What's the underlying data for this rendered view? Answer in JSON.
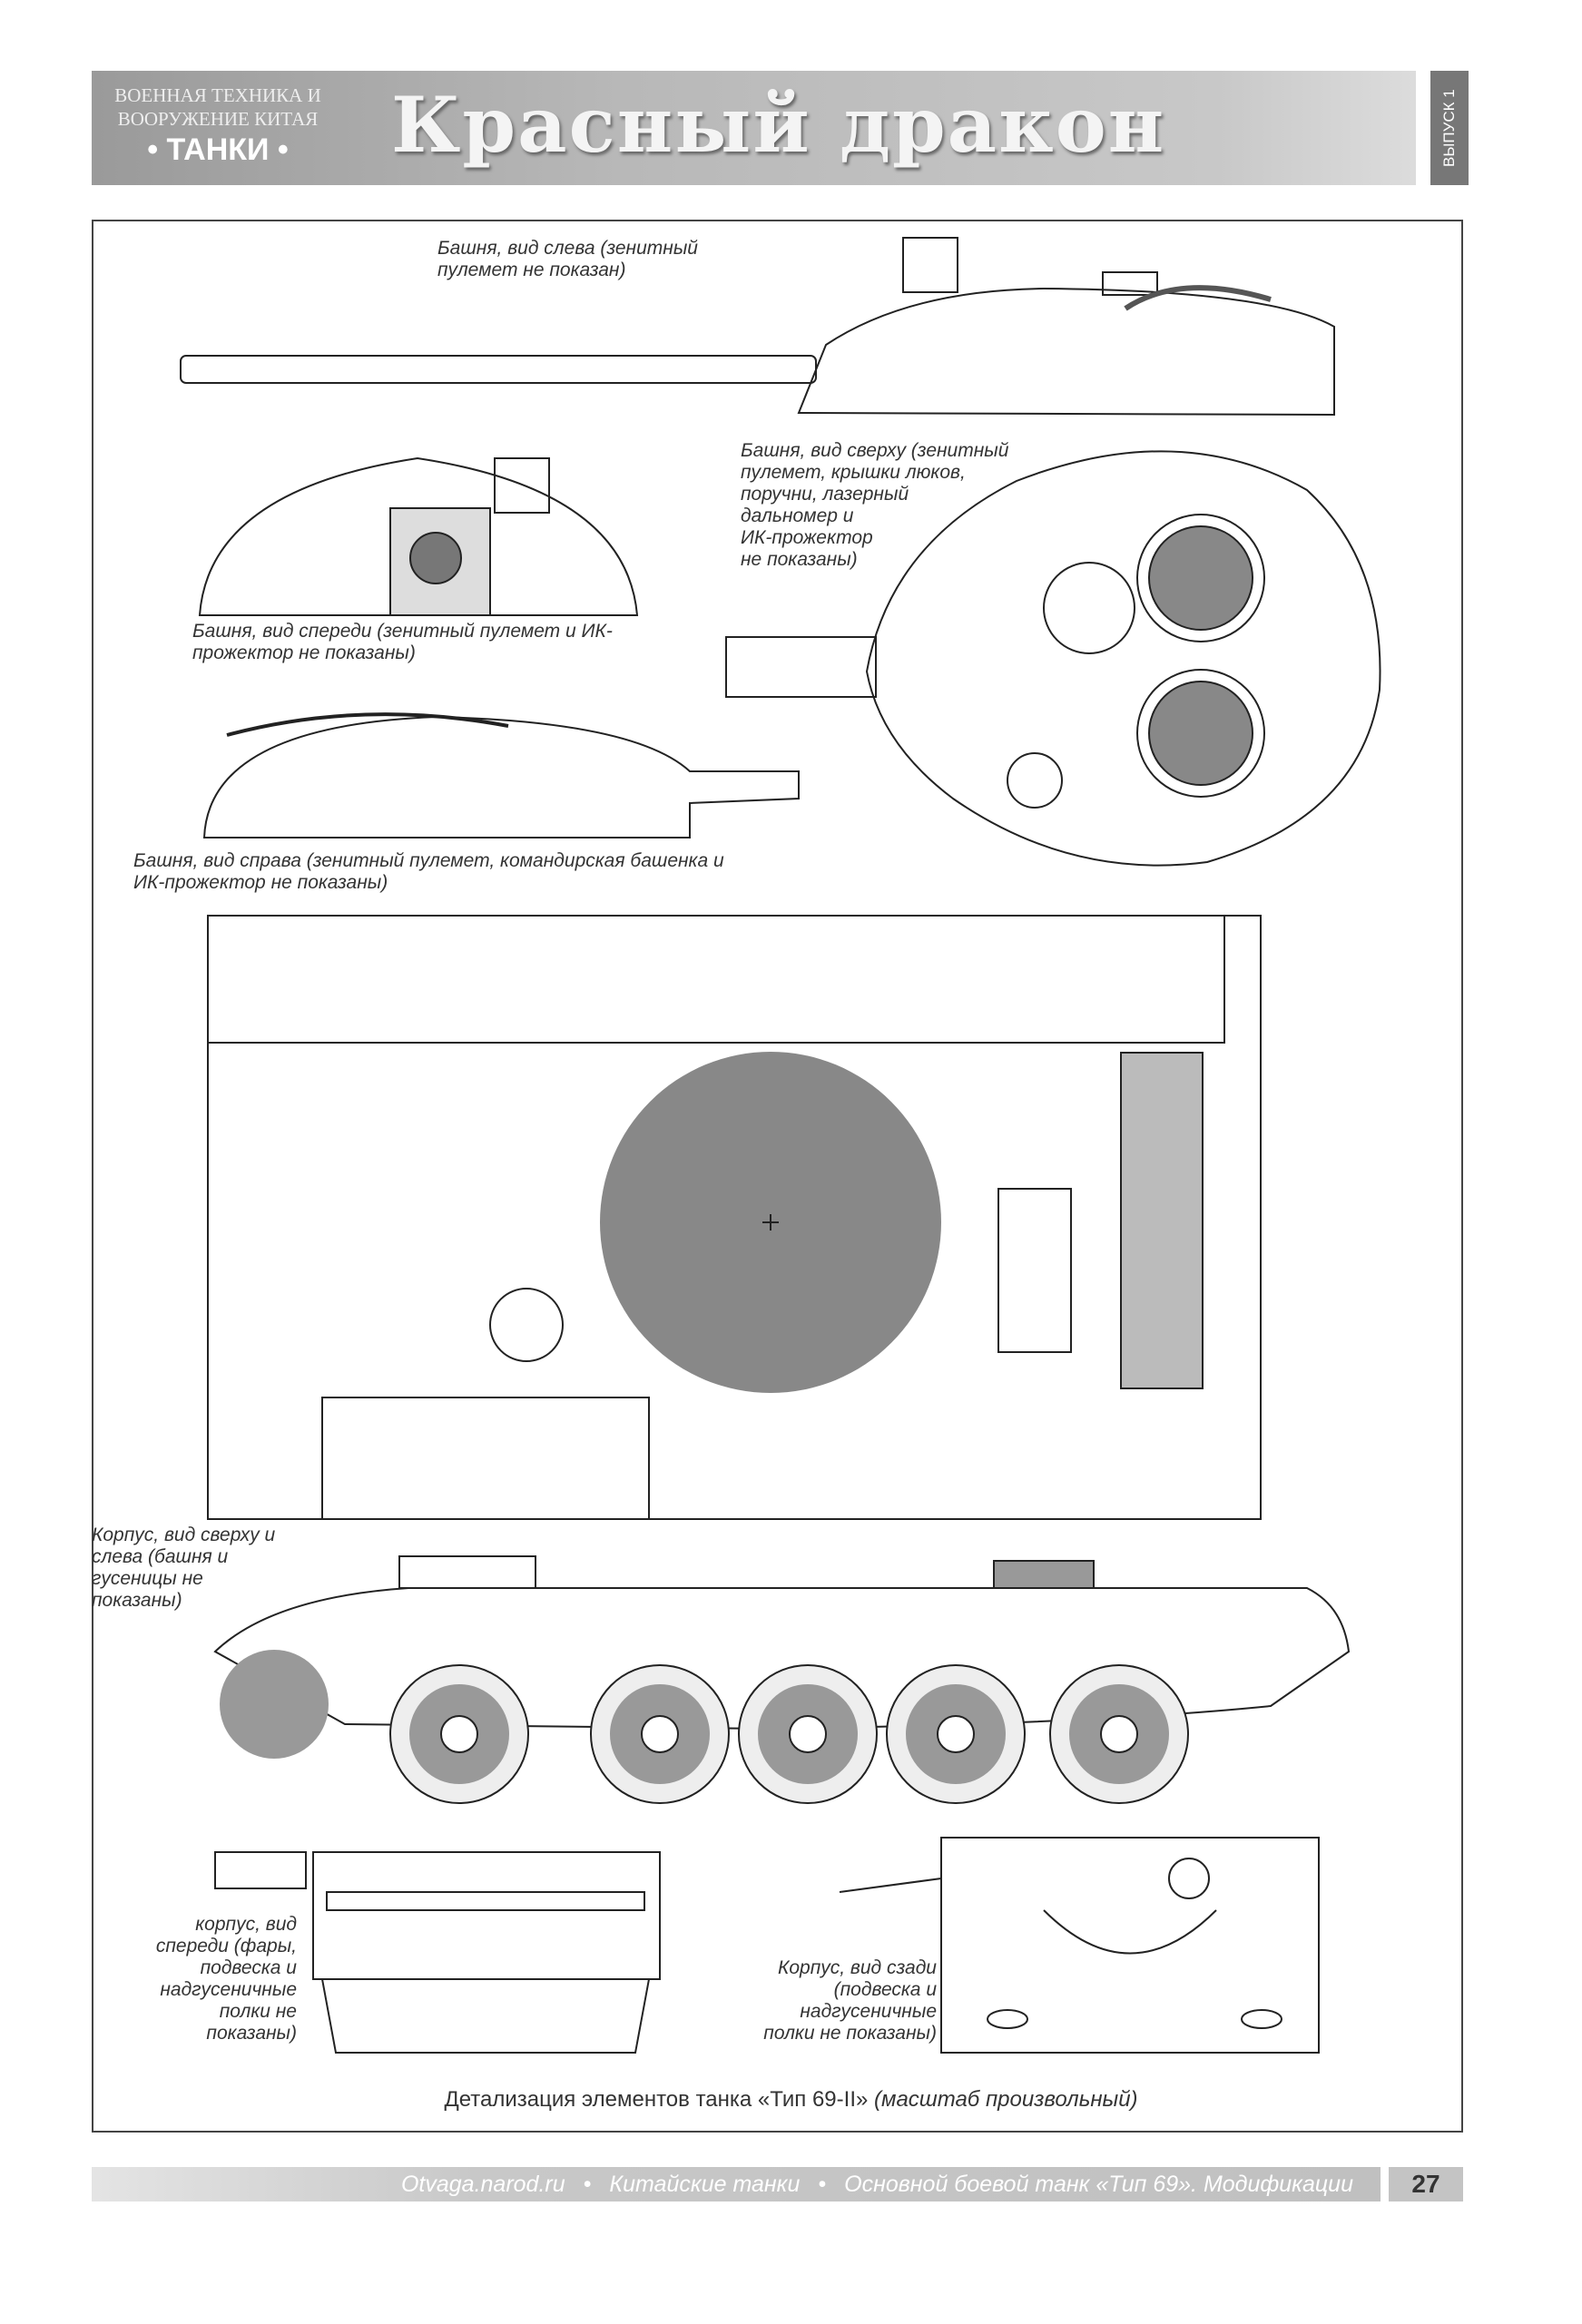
{
  "header": {
    "series_line1": "ВОЕННАЯ ТЕХНИКА И",
    "series_line2": "ВООРУЖЕНИЕ КИТАЯ",
    "section": "• ТАНКИ •",
    "title": "Красный дракон",
    "issue": "ВЫПУСК 1"
  },
  "captions": {
    "turret_left": "Башня, вид слева (зенитный\nпулемет не показан)",
    "turret_top": "Башня, вид сверху (зенитный\nпулемет, крышки люков,\nпоручни, лазерный\nдальномер и\nИК-прожектор\nне показаны)",
    "turret_front": "Башня, вид спереди (зенитный пулемет и ИК-\nпрожектор не показаны)",
    "turret_right": "Башня, вид справа (зенитный пулемет, командирская башенка и\nИК-прожектор не показаны)",
    "hull_top_left": "Корпус, вид сверху и\nслева (башня и\nгусеницы не\nпоказаны)",
    "hull_front": "корпус, вид\nспереди (фары,\nподвеска и\nнадгусеничные\nполки не\nпоказаны)",
    "hull_rear": "Корпус, вид сзади\n(подвеска и\nнадгусеничные\nполки не показаны)"
  },
  "figure_caption": {
    "main": "Детализация элементов танка «Тип 69-II»",
    "note": "(масштаб произвольный)"
  },
  "footer": {
    "site": "Otvaga.narod.ru",
    "sep1": "•",
    "book": "Китайские танки",
    "sep2": "•",
    "chapter": "Основной боевой танк «Тип 69». Модификации",
    "page": "27"
  }
}
